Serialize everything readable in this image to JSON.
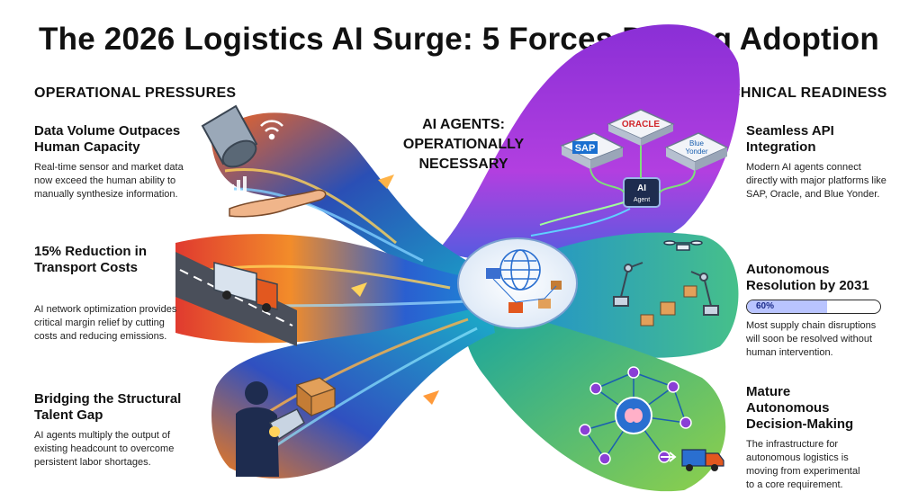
{
  "title": "The 2026 Logistics AI Surge: 5 Forces Driving Adoption",
  "left_heading": "OPERATIONAL PRESSURES",
  "right_heading": "TECHNICAL READINESS",
  "center_label": [
    "AI AGENTS:",
    "OPERATIONALLY",
    "NECESSARY"
  ],
  "left_items": [
    {
      "title": [
        "Data Volume Outpaces",
        "Human Capacity"
      ],
      "body": [
        "Real-time sensor and market data",
        "now exceed the human ability to",
        "manually synthesize information."
      ]
    },
    {
      "title": [
        "15% Reduction in",
        "Transport Costs"
      ],
      "body": [
        "AI network optimization provides",
        "critical margin relief by cutting",
        "costs and reducing emissions."
      ]
    },
    {
      "title": [
        "Bridging the Structural",
        "Talent Gap"
      ],
      "body": [
        "AI agents multiply the output of",
        "existing headcount to overcome",
        "persistent labor shortages."
      ]
    }
  ],
  "right_items": [
    {
      "title": [
        "Seamless API",
        "Integration"
      ],
      "body": [
        "Modern AI agents connect",
        "directly with major platforms like",
        "SAP, Oracle, and Blue Yonder."
      ]
    },
    {
      "title": [
        "Autonomous",
        "Resolution by 2031"
      ],
      "progress_label": "60%",
      "progress_value": 0.6,
      "body": [
        "Most supply chain disruptions",
        "will soon be resolved without",
        "human intervention."
      ]
    },
    {
      "title": [
        "Mature",
        "Autonomous",
        "Decision-Making"
      ],
      "body": [
        "The infrastructure for",
        "autonomous logistics is",
        "moving from experimental",
        "to a core requirement."
      ]
    }
  ],
  "platform_labels": {
    "oracle": "ORACLE",
    "sap": "SAP",
    "blue_yonder": [
      "Blue",
      "Yonder"
    ],
    "ai_chip": [
      "AI",
      "Agent"
    ]
  },
  "colors": {
    "orange": "#f26522",
    "red": "#e03a2f",
    "blue": "#1f5fbf",
    "teal": "#14a3a3",
    "purple": "#9b2fd6",
    "green": "#6cc04a",
    "progress_fill": "#b9c4ff"
  },
  "icons": [
    "pipe-icon",
    "wifi-icon",
    "hand-icon",
    "truck-icon",
    "road-icon",
    "person-icon",
    "robot-arm-icon",
    "box-icon",
    "globe-icon",
    "drone-icon",
    "brain-network-icon",
    "delivery-truck-icon",
    "ai-chip-icon"
  ]
}
